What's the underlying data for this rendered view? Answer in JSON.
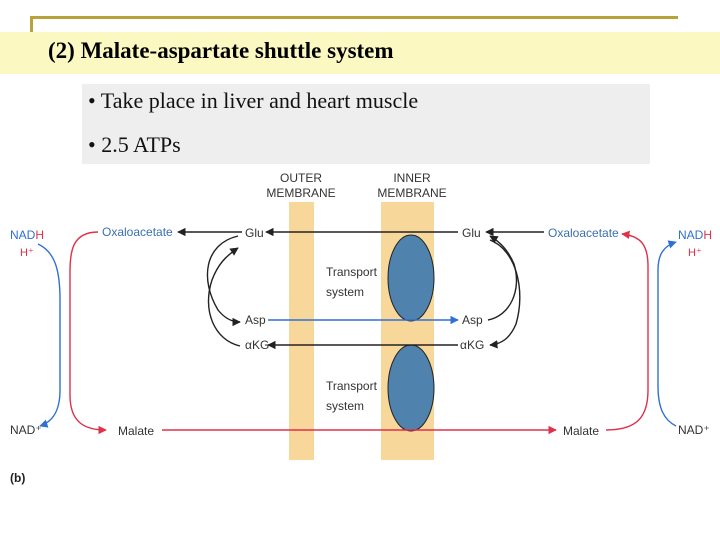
{
  "slide": {
    "title": "(2) Malate-aspartate shuttle system",
    "bullets": [
      "• Take place in liver and heart muscle",
      "• 2.5 ATPs"
    ]
  },
  "diagram": {
    "outer_membrane_label": [
      "OUTER",
      "MEMBRANE"
    ],
    "inner_membrane_label": [
      "INNER",
      "MEMBRANE"
    ],
    "transport_label": [
      "Transport",
      "system"
    ],
    "left": {
      "nadh": "NADH",
      "h": "H⁺",
      "oxaloacetate": "Oxaloacetate",
      "nad": "NAD⁺",
      "malate": "Malate",
      "glu": "Glu",
      "asp": "Asp",
      "akg": "αKG"
    },
    "right": {
      "nadh": "NADH",
      "h": "H⁺",
      "oxaloacetate": "Oxaloacetate",
      "nad": "NAD⁺",
      "malate": "Malate",
      "glu": "Glu",
      "asp": "Asp",
      "akg": "αKG"
    },
    "panel_label": "(b)",
    "colors": {
      "membrane": "#f8d79a",
      "transporter": "#4f82ad",
      "red": "#e0304a",
      "blue": "#2f6fd6",
      "text_blue": "#3a6fb0"
    }
  }
}
